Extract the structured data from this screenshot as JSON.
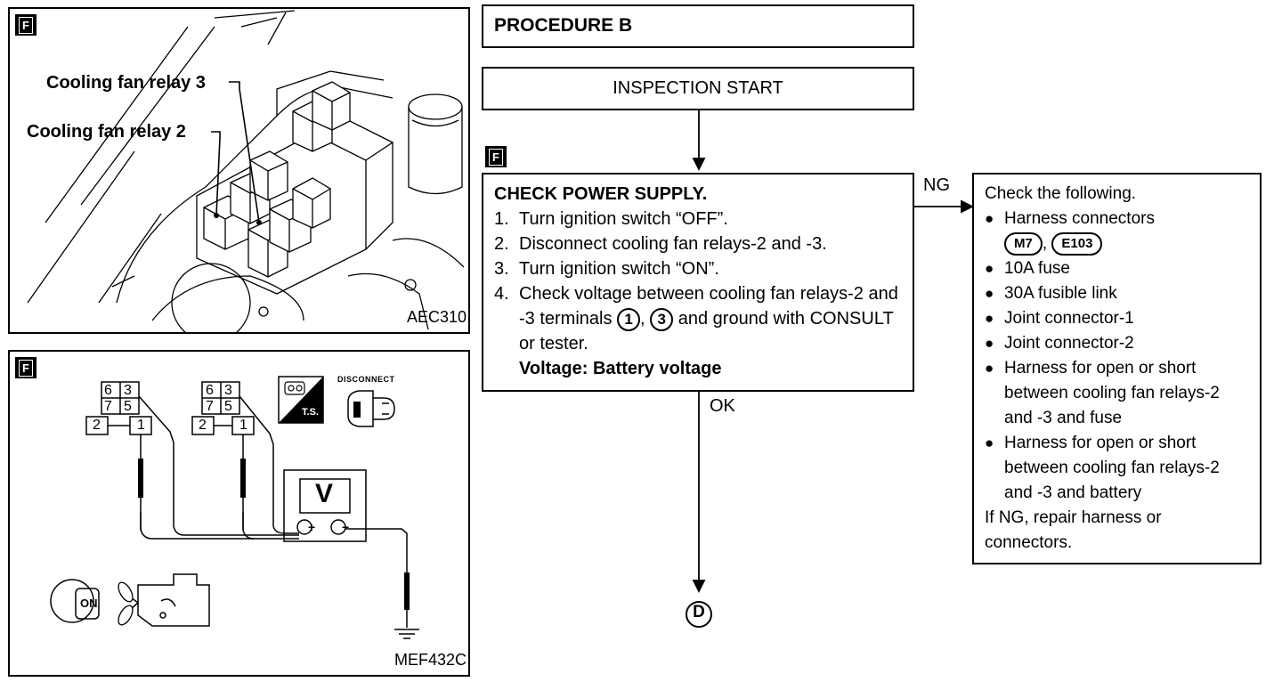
{
  "figure1": {
    "tag": "F",
    "callout_relay3": "Cooling fan relay 3",
    "callout_relay2": "Cooling fan relay 2",
    "code": "AEC310"
  },
  "figure2": {
    "tag": "F",
    "connector_pins": [
      "6",
      "3",
      "7",
      "5",
      "2",
      "1"
    ],
    "ts_label": "T.S.",
    "disconnect_label": "DISCONNECT",
    "meter_label": "V",
    "plus": "+",
    "minus": "−",
    "key_label": "ON",
    "code": "MEF432C"
  },
  "procedure": {
    "title": "PROCEDURE B",
    "start": "INSPECTION START",
    "step_tag": "F",
    "check_title": "CHECK POWER SUPPLY.",
    "steps": [
      {
        "n": "1.",
        "text": "Turn ignition switch “OFF”."
      },
      {
        "n": "2.",
        "text": "Disconnect cooling fan relays-2 and -3."
      },
      {
        "n": "3.",
        "text": "Turn ignition switch “ON”."
      }
    ],
    "step4_n": "4.",
    "step4_a": "Check voltage between cooling fan relays-2 and -3 terminals",
    "step4_t1": "1",
    "step4_sep": ",",
    "step4_t3": "3",
    "step4_b": "and ground with CONSULT or tester.",
    "voltage_spec": "Voltage: Battery voltage",
    "ok_label": "OK",
    "ng_label": "NG",
    "next_ref": "D"
  },
  "ng_box": {
    "intro": "Check the following.",
    "harness_connectors": "Harness connectors",
    "conn_a": "M7",
    "conn_sep": ",",
    "conn_b": "E103",
    "items": [
      "10A fuse",
      "30A fusible link",
      "Joint connector-1",
      "Joint connector-2",
      "Harness for open or short between cooling fan relays-2 and -3 and fuse",
      "Harness for open or short between cooling fan relays-2 and -3 and battery"
    ],
    "footer": "If NG, repair harness or connectors."
  }
}
